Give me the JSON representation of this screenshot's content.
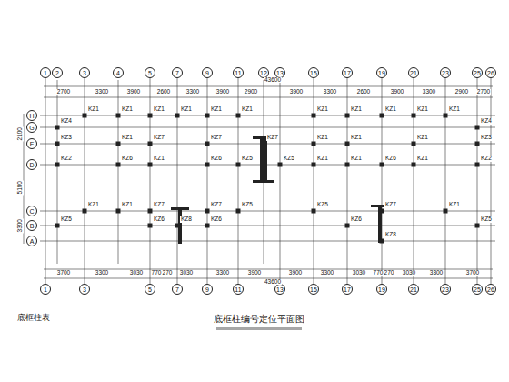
{
  "diagram": {
    "title": "底框柱编号定位平面图",
    "nodes": [
      {
        "text": [
          "1"
        ]
      },
      {
        "text": [
          "2"
        ]
      },
      {
        "text": [
          "3"
        ]
      },
      {
        "text": [
          "4"
        ]
      },
      {
        "text": [
          "5"
        ]
      },
      {
        "text": [
          "7"
        ]
      },
      {
        "text": [
          "9"
        ]
      },
      {
        "text": [
          "11"
        ]
      },
      {
        "text": [
          "12"
        ]
      },
      {
        "text": [
          "13"
        ]
      },
      {
        "text": [
          "15"
        ]
      },
      {
        "text": [
          "17"
        ]
      },
      {
        "text": [
          "19"
        ]
      },
      {
        "text": [
          "21"
        ]
      },
      {
        "text": [
          "23"
        ]
      },
      {
        "text": [
          "25"
        ]
      },
      {
        "text": [
          "26"
        ]
      },
      {
        "text": [
          "H"
        ]
      },
      {
        "text": [
          "G"
        ]
      },
      {
        "text": [
          "E"
        ]
      },
      {
        "text": [
          "D"
        ]
      },
      {
        "text": [
          "C"
        ]
      },
      {
        "text": [
          "B"
        ]
      },
      {
        "text": [
          "A"
        ]
      },
      {
        "text": [
          "1"
        ]
      },
      {
        "text": [
          "3"
        ]
      },
      {
        "text": [
          "5"
        ]
      },
      {
        "text": [
          "7"
        ]
      },
      {
        "text": [
          "9"
        ]
      },
      {
        "text": [
          "11"
        ]
      },
      {
        "text": [
          "13"
        ]
      },
      {
        "text": [
          "15"
        ]
      },
      {
        "text": [
          "17"
        ]
      },
      {
        "text": [
          "19"
        ]
      },
      {
        "text": [
          "21"
        ]
      },
      {
        "text": [
          "23"
        ]
      },
      {
        "text": [
          "25"
        ]
      },
      {
        "text": [
          "26"
        ]
      }
    ],
    "edges": [
      {
        "from": 0,
        "to": 24,
        "arrow": "none"
      },
      {
        "from": 2,
        "to": 25,
        "arrow": "none"
      },
      {
        "from": 4,
        "to": 26,
        "arrow": "none"
      },
      {
        "from": 5,
        "to": 27,
        "arrow": "none"
      },
      {
        "from": 6,
        "to": 28,
        "arrow": "none"
      },
      {
        "from": 7,
        "to": 29,
        "arrow": "none"
      },
      {
        "from": 9,
        "to": 30,
        "arrow": "none"
      },
      {
        "from": 10,
        "to": 31,
        "arrow": "none"
      },
      {
        "from": 11,
        "to": 32,
        "arrow": "none"
      },
      {
        "from": 12,
        "to": 33,
        "arrow": "none"
      },
      {
        "from": 13,
        "to": 34,
        "arrow": "none"
      },
      {
        "from": 14,
        "to": 35,
        "arrow": "none"
      },
      {
        "from": 15,
        "to": 36,
        "arrow": "none"
      },
      {
        "from": 16,
        "to": 37,
        "arrow": "none"
      }
    ],
    "labels": [
      "43600",
      "2700",
      "3300",
      "3900",
      "2600",
      "3300",
      "3900",
      "2900",
      "3900",
      "3300",
      "2600",
      "3900",
      "3300",
      "2900",
      "2700",
      "3700",
      "3300",
      "3030",
      "770",
      "270",
      "3030",
      "3300",
      "3900",
      "3900",
      "3300",
      "3030",
      "770",
      "270",
      "3030",
      "3300",
      "3700",
      "43600",
      "2100",
      "5100",
      "3300",
      "KZ1",
      "KZ1",
      "KZ1",
      "KZ1",
      "KZ1",
      "KZ1",
      "KZ1",
      "KZ1",
      "KZ1",
      "KZ1",
      "KZ1",
      "KZ4",
      "KZ4",
      "KZ3",
      "KZ1",
      "KZ7",
      "KZ7",
      "KZ7",
      "KZ1",
      "KZ1",
      "KZ1",
      "KZ3",
      "KZ2",
      "KZ6",
      "KZ1",
      "KZ6",
      "KZ5",
      "KZ5",
      "KZ1",
      "KZ1",
      "KZ6",
      "KZ1",
      "KZ2",
      "KZ1",
      "KZ1",
      "KZ7",
      "KZ7",
      "KZ5",
      "KZ5",
      "KZ7",
      "KZ1",
      "KZ5",
      "KZ6",
      "KZ8",
      "KZ6",
      "KZ6",
      "KZ8",
      "KZ5",
      "底框柱表"
    ]
  }
}
